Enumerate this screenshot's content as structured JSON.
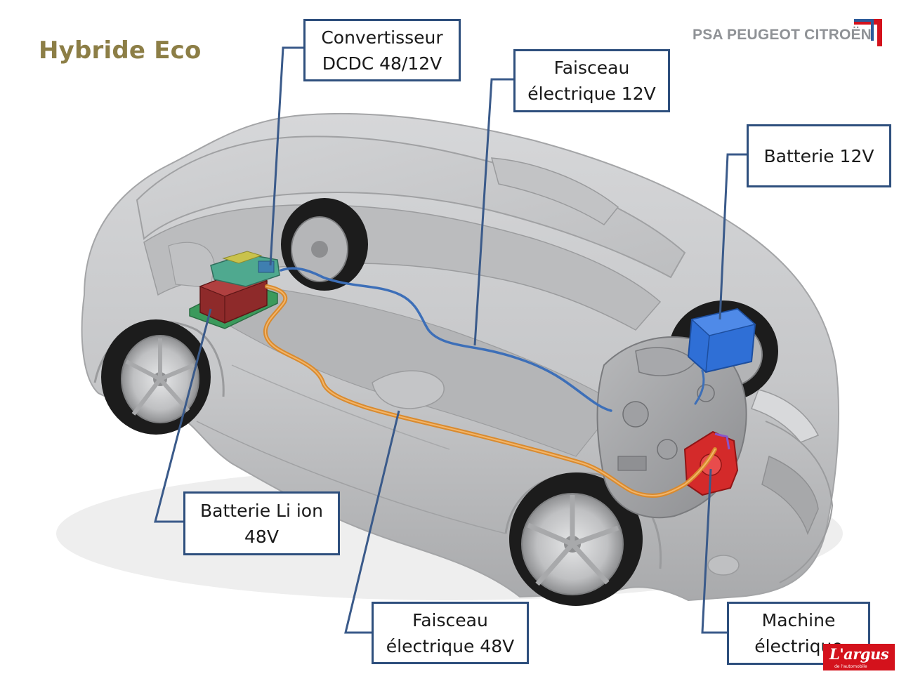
{
  "page": {
    "title": "Hybride Eco",
    "brand": "PSA PEUGEOT CITROËN",
    "watermark": "L'argus",
    "watermark_sub": "de l'automobile"
  },
  "colors": {
    "title": "#8c7e46",
    "callout_border": "#2e4f7d",
    "leader_line": "#3a5a8a",
    "harness_48v": "#d98a2e",
    "harness_12v": "#3d6fb8",
    "battery_12v": "#2f6fd6",
    "battery_48v": "#8e2a2a",
    "electric_machine": "#d42a2a",
    "car_body": "#c9cacc",
    "tire": "#1c1c1c",
    "watermark_bg": "#d4121c",
    "brand_flag_blue": "#2e5c9a",
    "brand_flag_red": "#d4121c"
  },
  "callouts": {
    "dcdc": {
      "line1": "Convertisseur",
      "line2": "DCDC 48/12V"
    },
    "harness_12v": {
      "line1": "Faisceau",
      "line2": "électrique 12V"
    },
    "battery_12v": {
      "line1": "Batterie 12V"
    },
    "battery_48v": {
      "line1": "Batterie Li ion",
      "line2": "48V"
    },
    "harness_48v": {
      "line1": "Faisceau",
      "line2": "électrique 48V"
    },
    "electric_machine": {
      "line1": "Machine",
      "line2": "électrique"
    }
  },
  "components": [
    {
      "name": "Convertisseur DCDC 48/12V",
      "icon": "dcdc-converter-block"
    },
    {
      "name": "Batterie Li ion 48V",
      "icon": "lithium-battery-block"
    },
    {
      "name": "Batterie 12V",
      "icon": "lead-battery-block"
    },
    {
      "name": "Machine électrique",
      "icon": "electric-motor-block"
    },
    {
      "name": "Faisceau électrique 12V",
      "icon": "blue-cable"
    },
    {
      "name": "Faisceau électrique 48V",
      "icon": "orange-cable"
    }
  ]
}
